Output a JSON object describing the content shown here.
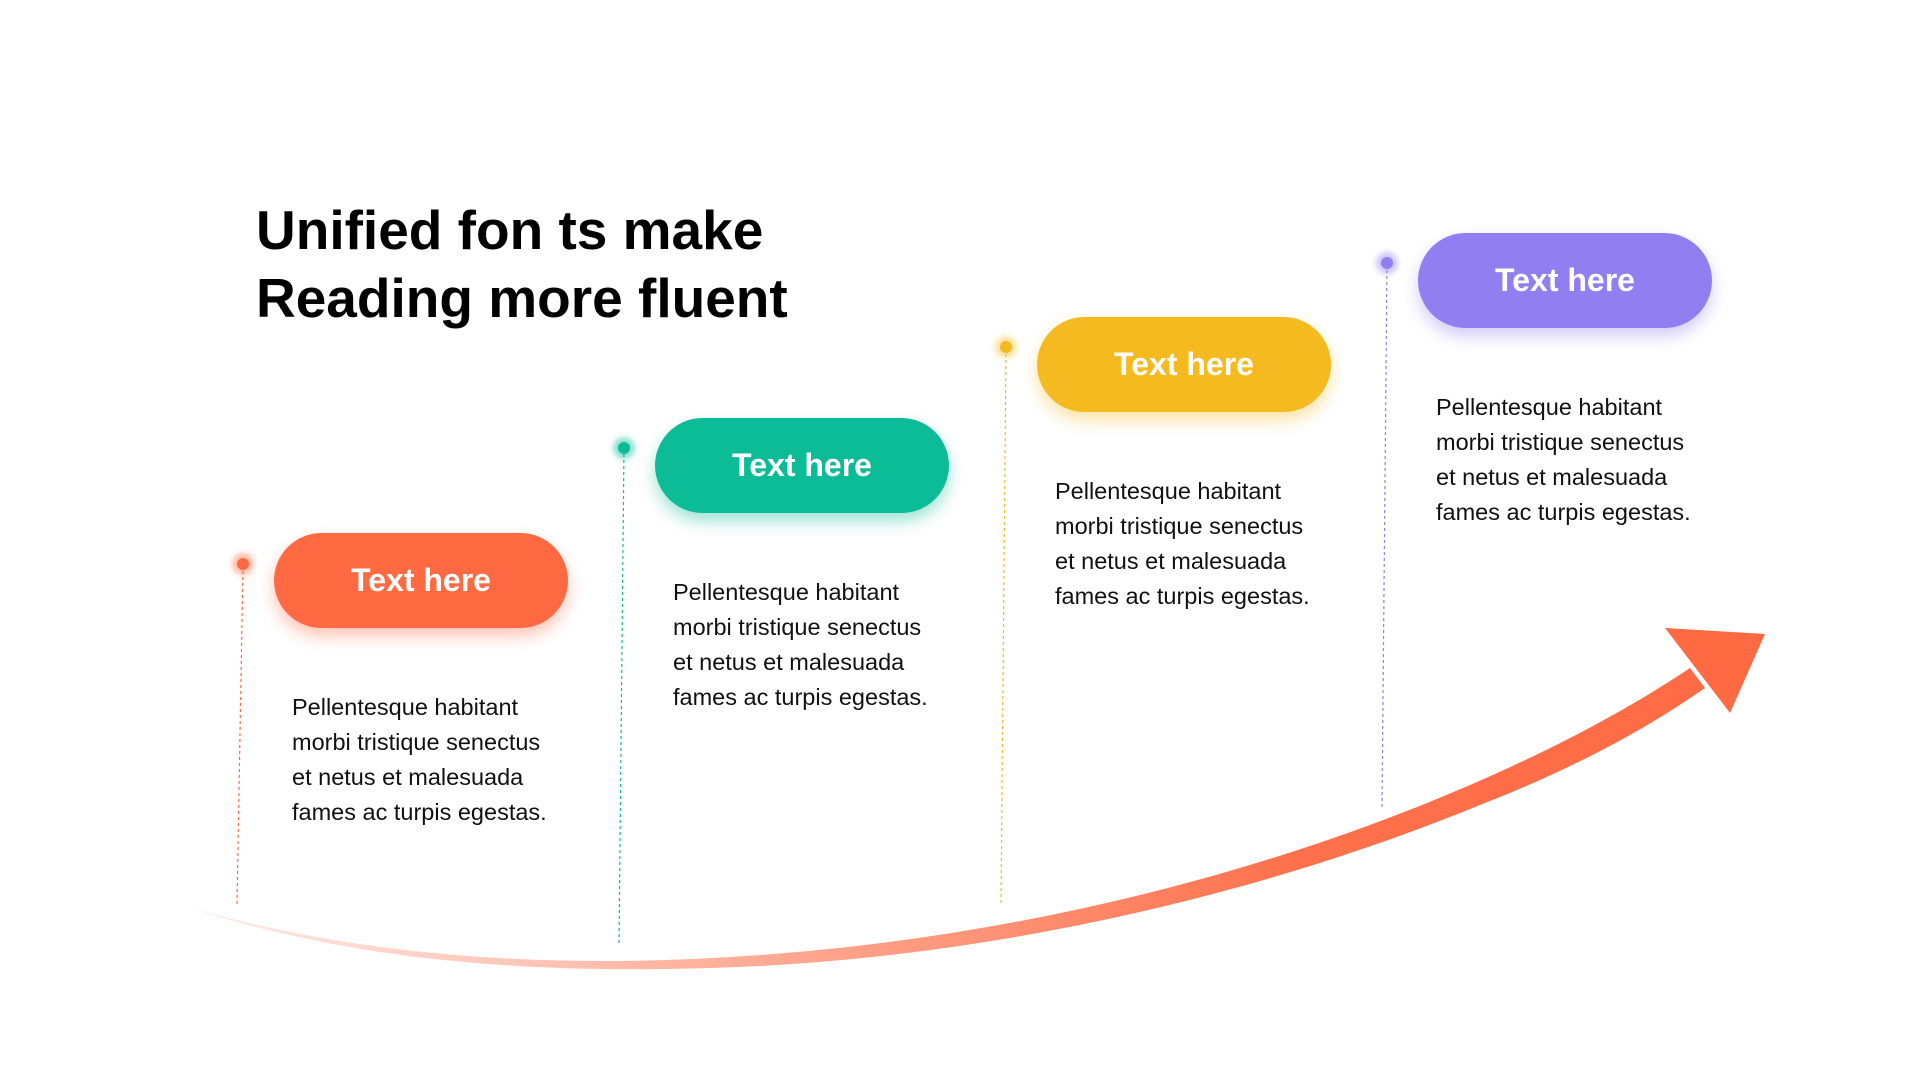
{
  "title": {
    "line1": "Unified fon ts make",
    "line2": "Reading more fluent"
  },
  "colors": {
    "arrow": "#FF6A43",
    "text": "#111111",
    "background": "#FFFFFF"
  },
  "steps": [
    {
      "label": "Text here",
      "color": "#FF6A43",
      "lines": [
        "Pellentesque habitant",
        "morbi tristique senectus",
        "et netus et malesuada",
        "fames ac turpis egestas."
      ]
    },
    {
      "label": "Text here",
      "color": "#0CBC97",
      "lines": [
        "Pellentesque habitant",
        "morbi tristique senectus",
        "et netus et malesuada",
        "fames ac turpis egestas."
      ]
    },
    {
      "label": "Text here",
      "color": "#F5BA1F",
      "lines": [
        "Pellentesque habitant",
        "morbi tristique senectus",
        "et netus et malesuada",
        "fames ac turpis egestas."
      ]
    },
    {
      "label": "Text here",
      "color": "#917EF0",
      "lines": [
        "Pellentesque habitant",
        "morbi tristique senectus",
        "et netus et malesuada",
        "fames ac turpis egestas."
      ]
    }
  ]
}
